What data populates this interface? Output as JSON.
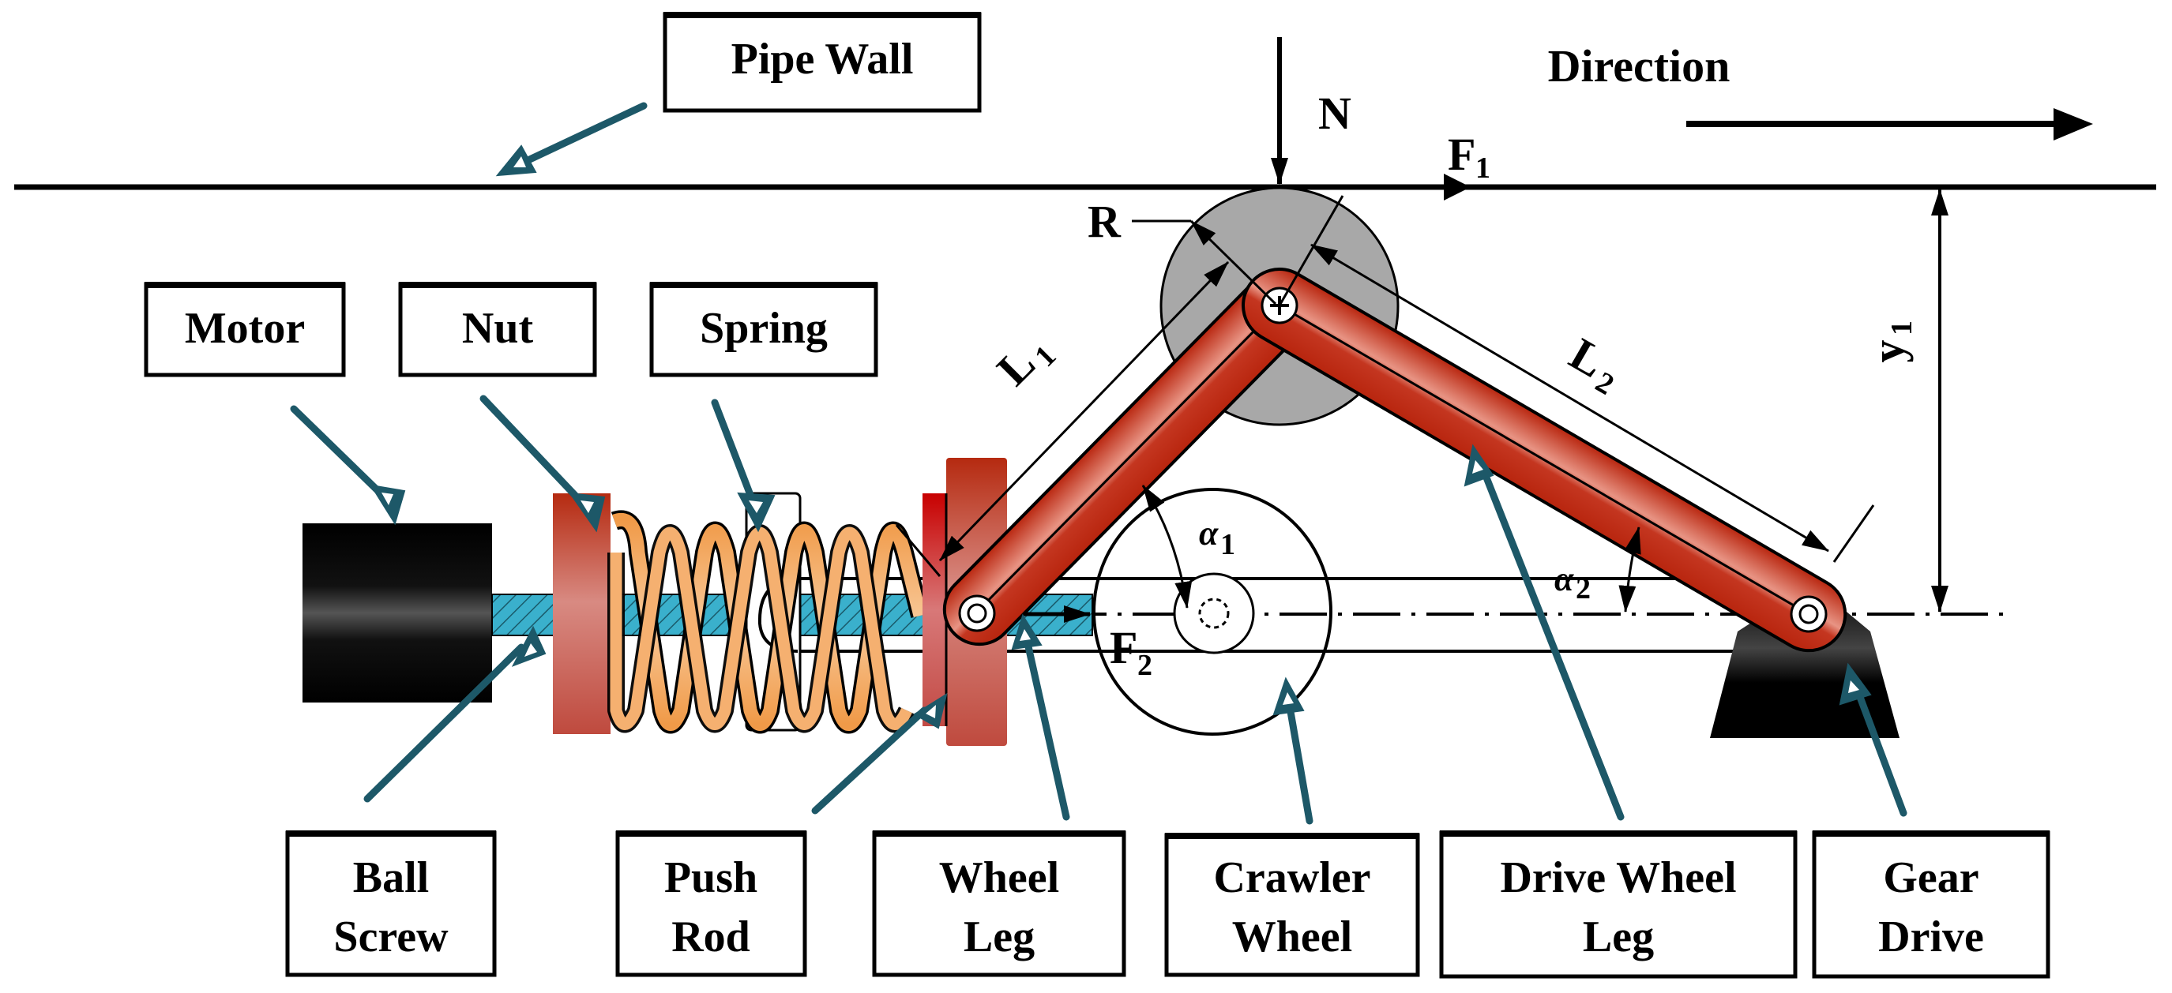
{
  "figure": {
    "title": "Pipe crawler wheel-leg mechanism schematic",
    "colors": {
      "leader_arrow": "#1d5868",
      "link_red": "#b8250e",
      "link_highlight": "#e89484",
      "nut_red_dark": "#b52a10",
      "nut_red_light": "#d88078",
      "spring_orange": "#f2a050",
      "spring_light": "#f8c898",
      "ball_screw_cyan": "#3ab0cc",
      "drive_wheel_gray": "#a8a8a8",
      "motor_black": "#000000"
    }
  },
  "labels": {
    "pipe_wall": "Pipe Wall",
    "motor": "Motor",
    "nut": "Nut",
    "spring": "Spring",
    "ball_screw": [
      "Ball",
      "Screw"
    ],
    "push_rod": [
      "Push",
      "Rod"
    ],
    "wheel_leg": [
      "Wheel",
      "Leg"
    ],
    "crawler_wheel": [
      "Crawler",
      "Wheel"
    ],
    "drive_wheel_leg": [
      "Drive Wheel",
      "Leg"
    ],
    "gear_drive": [
      "Gear",
      "Drive"
    ]
  },
  "annotations": {
    "direction": "Direction",
    "normal_force": "N",
    "f1": {
      "base": "F",
      "sub": "1"
    },
    "f2": {
      "base": "F",
      "sub": "2"
    },
    "radius": "R",
    "l1": {
      "base": "L",
      "sub": "1"
    },
    "l2": {
      "base": "L",
      "sub": "2"
    },
    "alpha1": {
      "base": "α",
      "sub": "1"
    },
    "alpha2": {
      "base": "α",
      "sub": "2"
    },
    "y1": {
      "base": "y",
      "sub": "1"
    }
  }
}
